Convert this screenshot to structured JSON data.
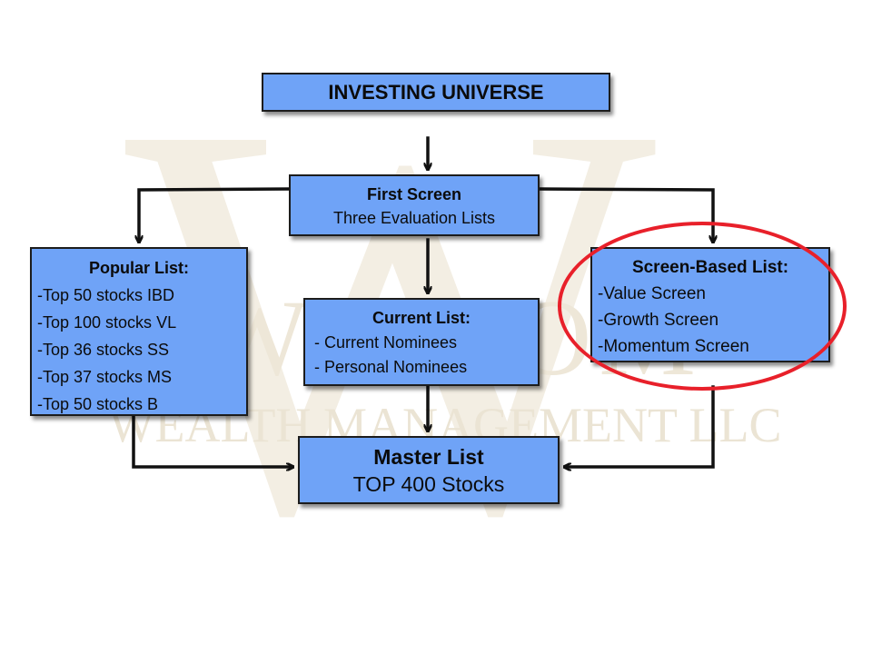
{
  "watermark": {
    "company_line1": "WISDOM",
    "company_line2": "WEALTH MANAGEMENT LLC",
    "monogram": "W"
  },
  "nodes": {
    "universe": {
      "title": "INVESTING UNIVERSE"
    },
    "first_screen": {
      "title": "First Screen",
      "subtitle": "Three Evaluation Lists"
    },
    "popular": {
      "title": "Popular List:",
      "items": [
        "-Top 50 stocks IBD",
        "-Top 100 stocks VL",
        "-Top 36 stocks SS",
        "-Top 37 stocks MS",
        "-Top 50 stocks B"
      ]
    },
    "current": {
      "title": "Current List:",
      "items": [
        "- Current Nominees",
        "- Personal Nominees"
      ]
    },
    "screen_based": {
      "title": "Screen-Based List:",
      "items": [
        "-Value Screen",
        "-Growth Screen",
        "-Momentum Screen"
      ]
    },
    "master": {
      "title": "Master List",
      "subtitle": "TOP 400 Stocks"
    }
  },
  "colors": {
    "box_fill": "#6fa3f7",
    "box_border": "#1c1c1c",
    "highlight": "#e8202a",
    "watermark": "#eee7d8"
  }
}
